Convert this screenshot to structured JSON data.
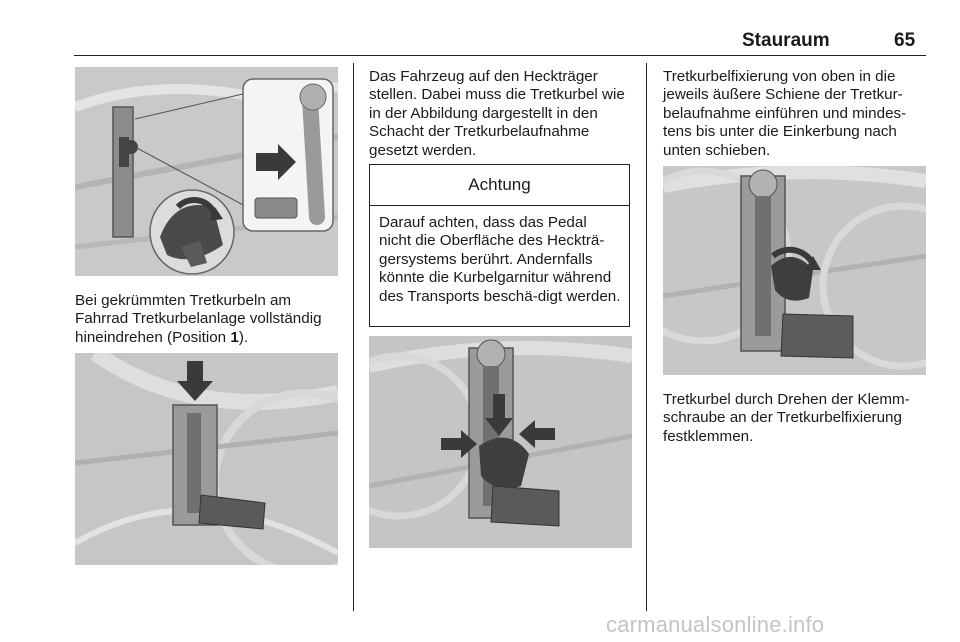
{
  "header": {
    "section_title": "Stauraum",
    "page_number": "65"
  },
  "col1": {
    "para_main": "Bei gekrümmten Tretkurbeln am Fahrrad Tretkurbelanlage vollständig hineindrehen (Position ",
    "para_bold": "1",
    "para_end": ")."
  },
  "col2": {
    "para": "Das Fahrzeug auf den Heckträger stellen. Dabei muss die Tretkurbel wie in der Abbildung dargestellt in den Schacht der Tretkurbelaufnahme gesetzt werden.",
    "warning_title": "Achtung",
    "warning_text": "Darauf achten, dass das Pedal nicht die Oberfläche des Heckträ-gersystems berührt. Andernfalls könnte die Kurbelgarnitur während des Transports beschä-digt werden."
  },
  "col3": {
    "para1": "Tretkurbelfixierung von oben in die jeweils äußere Schiene der Tretkur-belaufnahme einführen und mindes-tens bis unter die Einkerbung nach unten schieben.",
    "para2": "Tretkurbel durch Drehen der Klemm-schraube an der Tretkurbelfixierung festklemmen."
  },
  "watermark": "carmanualsonline.info"
}
